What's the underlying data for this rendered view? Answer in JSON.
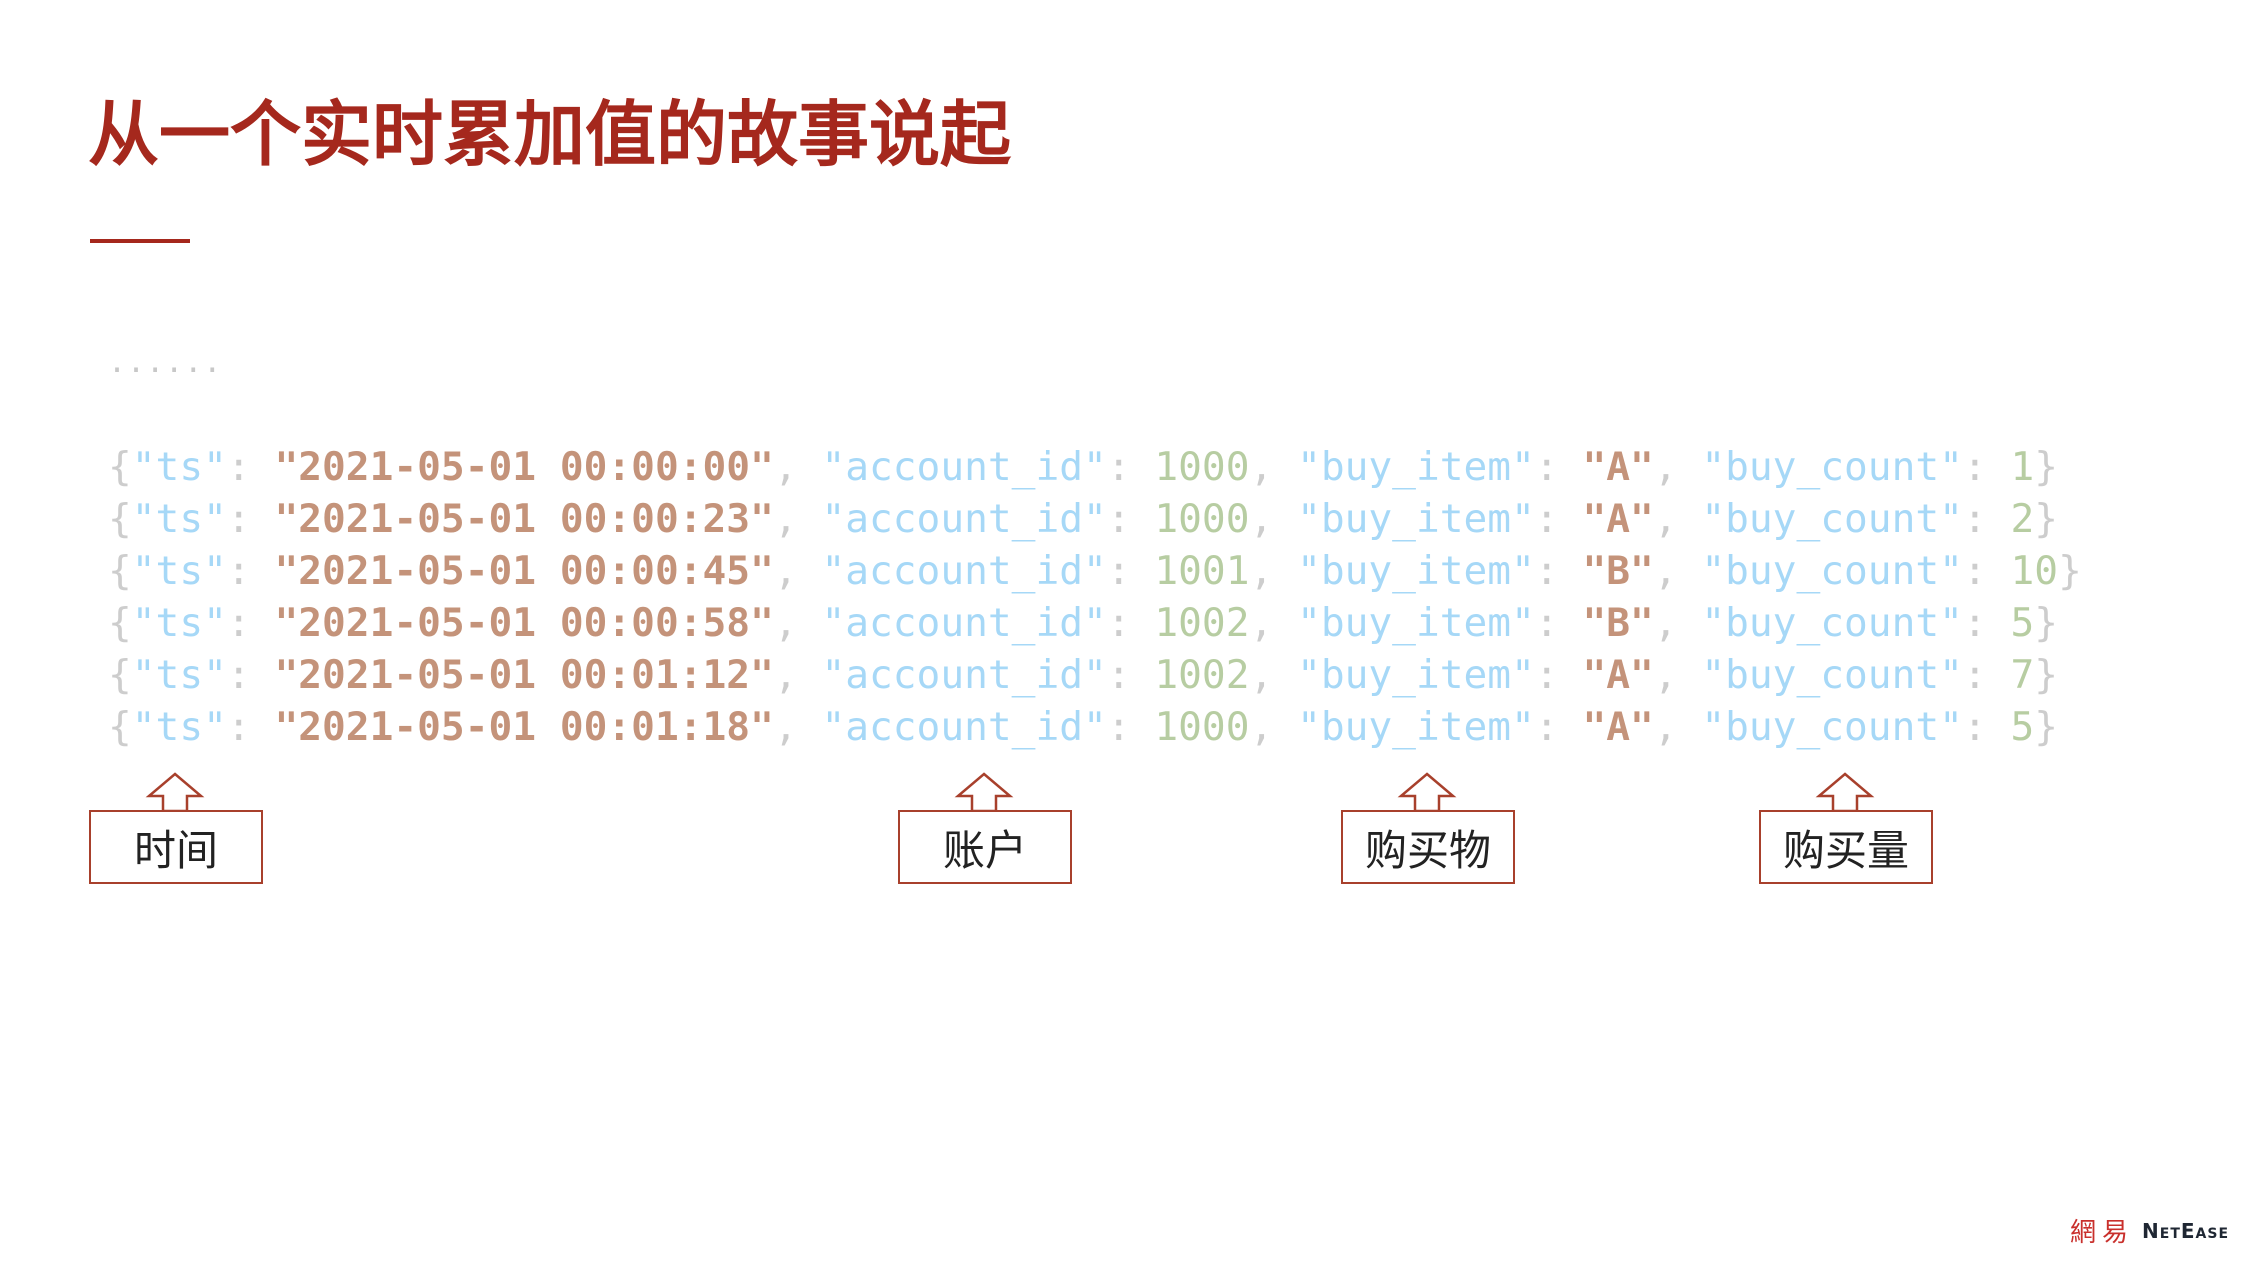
{
  "slide": {
    "title": "从一个实时累加值的故事说起",
    "ellipsis": "......",
    "records": [
      {
        "ts": "2021-05-01 00:00:00",
        "account_id": "1000",
        "buy_item": "A",
        "buy_count": "1"
      },
      {
        "ts": "2021-05-01 00:00:23",
        "account_id": "1000",
        "buy_item": "A",
        "buy_count": "2"
      },
      {
        "ts": "2021-05-01 00:00:45",
        "account_id": "1001",
        "buy_item": "B",
        "buy_count": "10"
      },
      {
        "ts": "2021-05-01 00:00:58",
        "account_id": "1002",
        "buy_item": "B",
        "buy_count": "5"
      },
      {
        "ts": "2021-05-01 00:01:12",
        "account_id": "1002",
        "buy_item": "A",
        "buy_count": "7"
      },
      {
        "ts": "2021-05-01 00:01:18",
        "account_id": "1000",
        "buy_item": "A",
        "buy_count": "5"
      }
    ],
    "keys": {
      "ts": "ts",
      "account_id": "account_id",
      "buy_item": "buy_item",
      "buy_count": "buy_count"
    },
    "labels": [
      "时间",
      "账户",
      "购买物",
      "购买量"
    ],
    "logo": {
      "cn": "網易",
      "en": "NetEase"
    },
    "colors": {
      "title": "#a5281d",
      "key": "#a6d8f7",
      "string": "#c4937a",
      "number": "#b7cda2",
      "punct": "#cdcdcd",
      "box": "#a8402c"
    }
  }
}
